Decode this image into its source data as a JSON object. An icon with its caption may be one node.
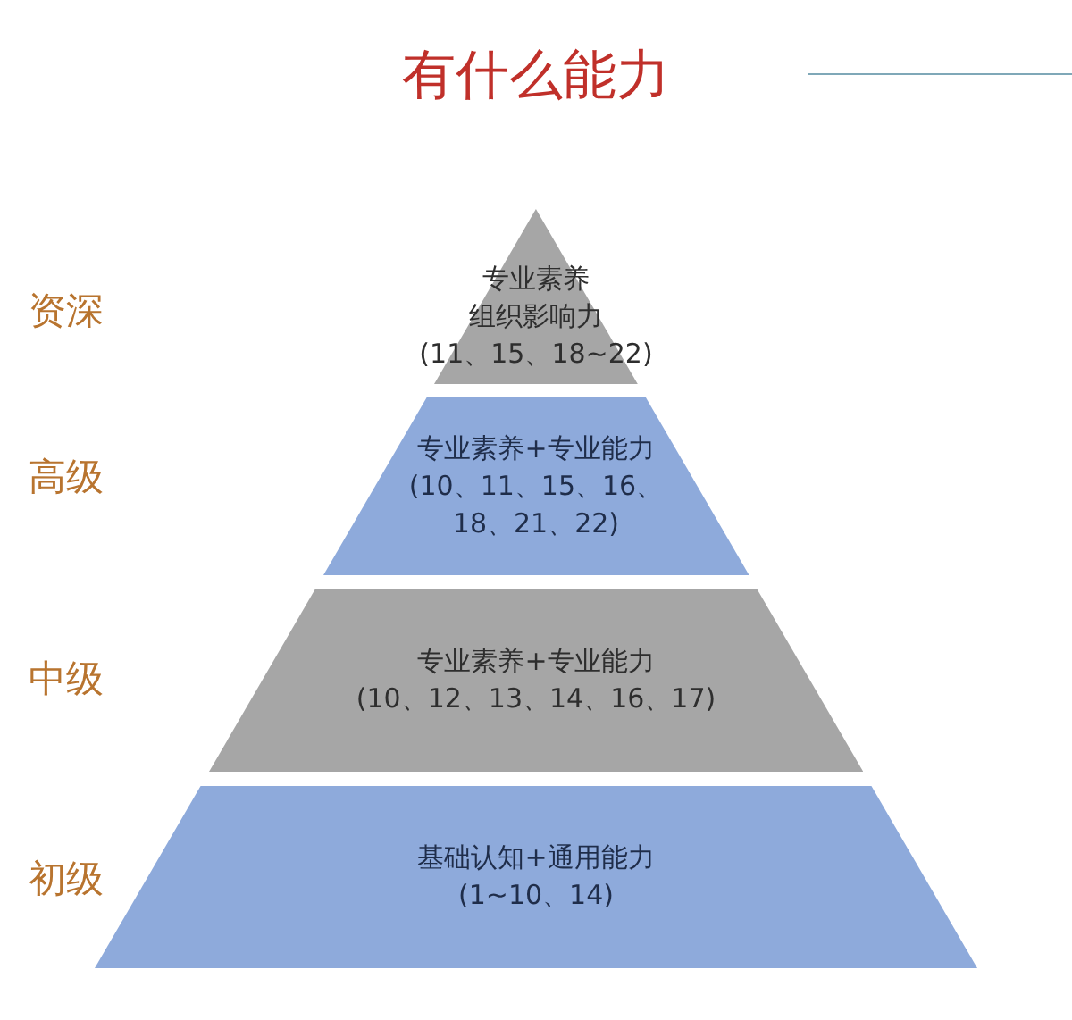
{
  "diagram": {
    "title": "有什么能力",
    "nodes": [
      {
        "text": [
          "专业素养",
          "组织影响力",
          "(11、15、18~22)"
        ]
      },
      {
        "text": [
          "专业素养+专业能力",
          "(10、11、15、16、18、21、22)"
        ]
      },
      {
        "text": [
          "专业素养+专业能力",
          "(10、12、13、14、16、17)"
        ]
      },
      {
        "text": [
          "基础认知+通用能力",
          "(1~10、14)"
        ]
      }
    ],
    "labels": [
      "资深",
      "高级",
      "中级",
      "初级"
    ]
  }
}
